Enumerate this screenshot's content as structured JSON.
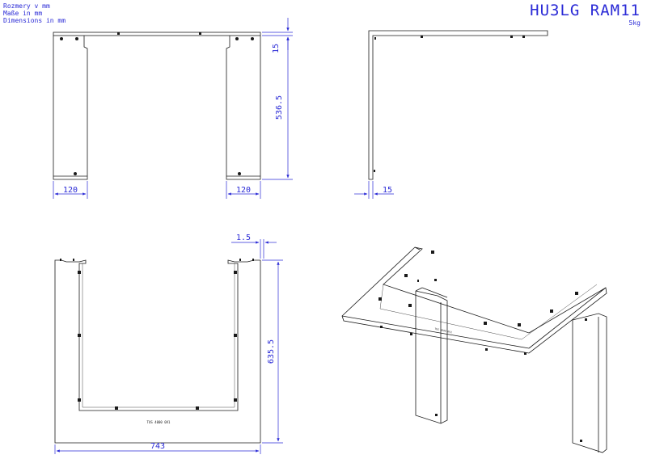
{
  "header": {
    "units": [
      "Rozmery v mm",
      "Maße in mm",
      "Dimensions in mm"
    ],
    "title": "HU3LG RAM11",
    "weight": "5kg"
  },
  "dimensions": {
    "front_leg_width_left": "120",
    "front_leg_width_right": "120",
    "front_top_thickness": "15",
    "front_leg_height": "536.5",
    "side_thickness": "15",
    "top_sheet_thickness": "1.5",
    "top_depth": "635.5",
    "top_width": "743"
  },
  "labels": {
    "part_marking_top": "TUS 4000 0V1",
    "part_marking_iso": "TUS 4000 0V1"
  },
  "colors": {
    "line": "#1a1a1a",
    "dimension": "#2a2ad6"
  }
}
